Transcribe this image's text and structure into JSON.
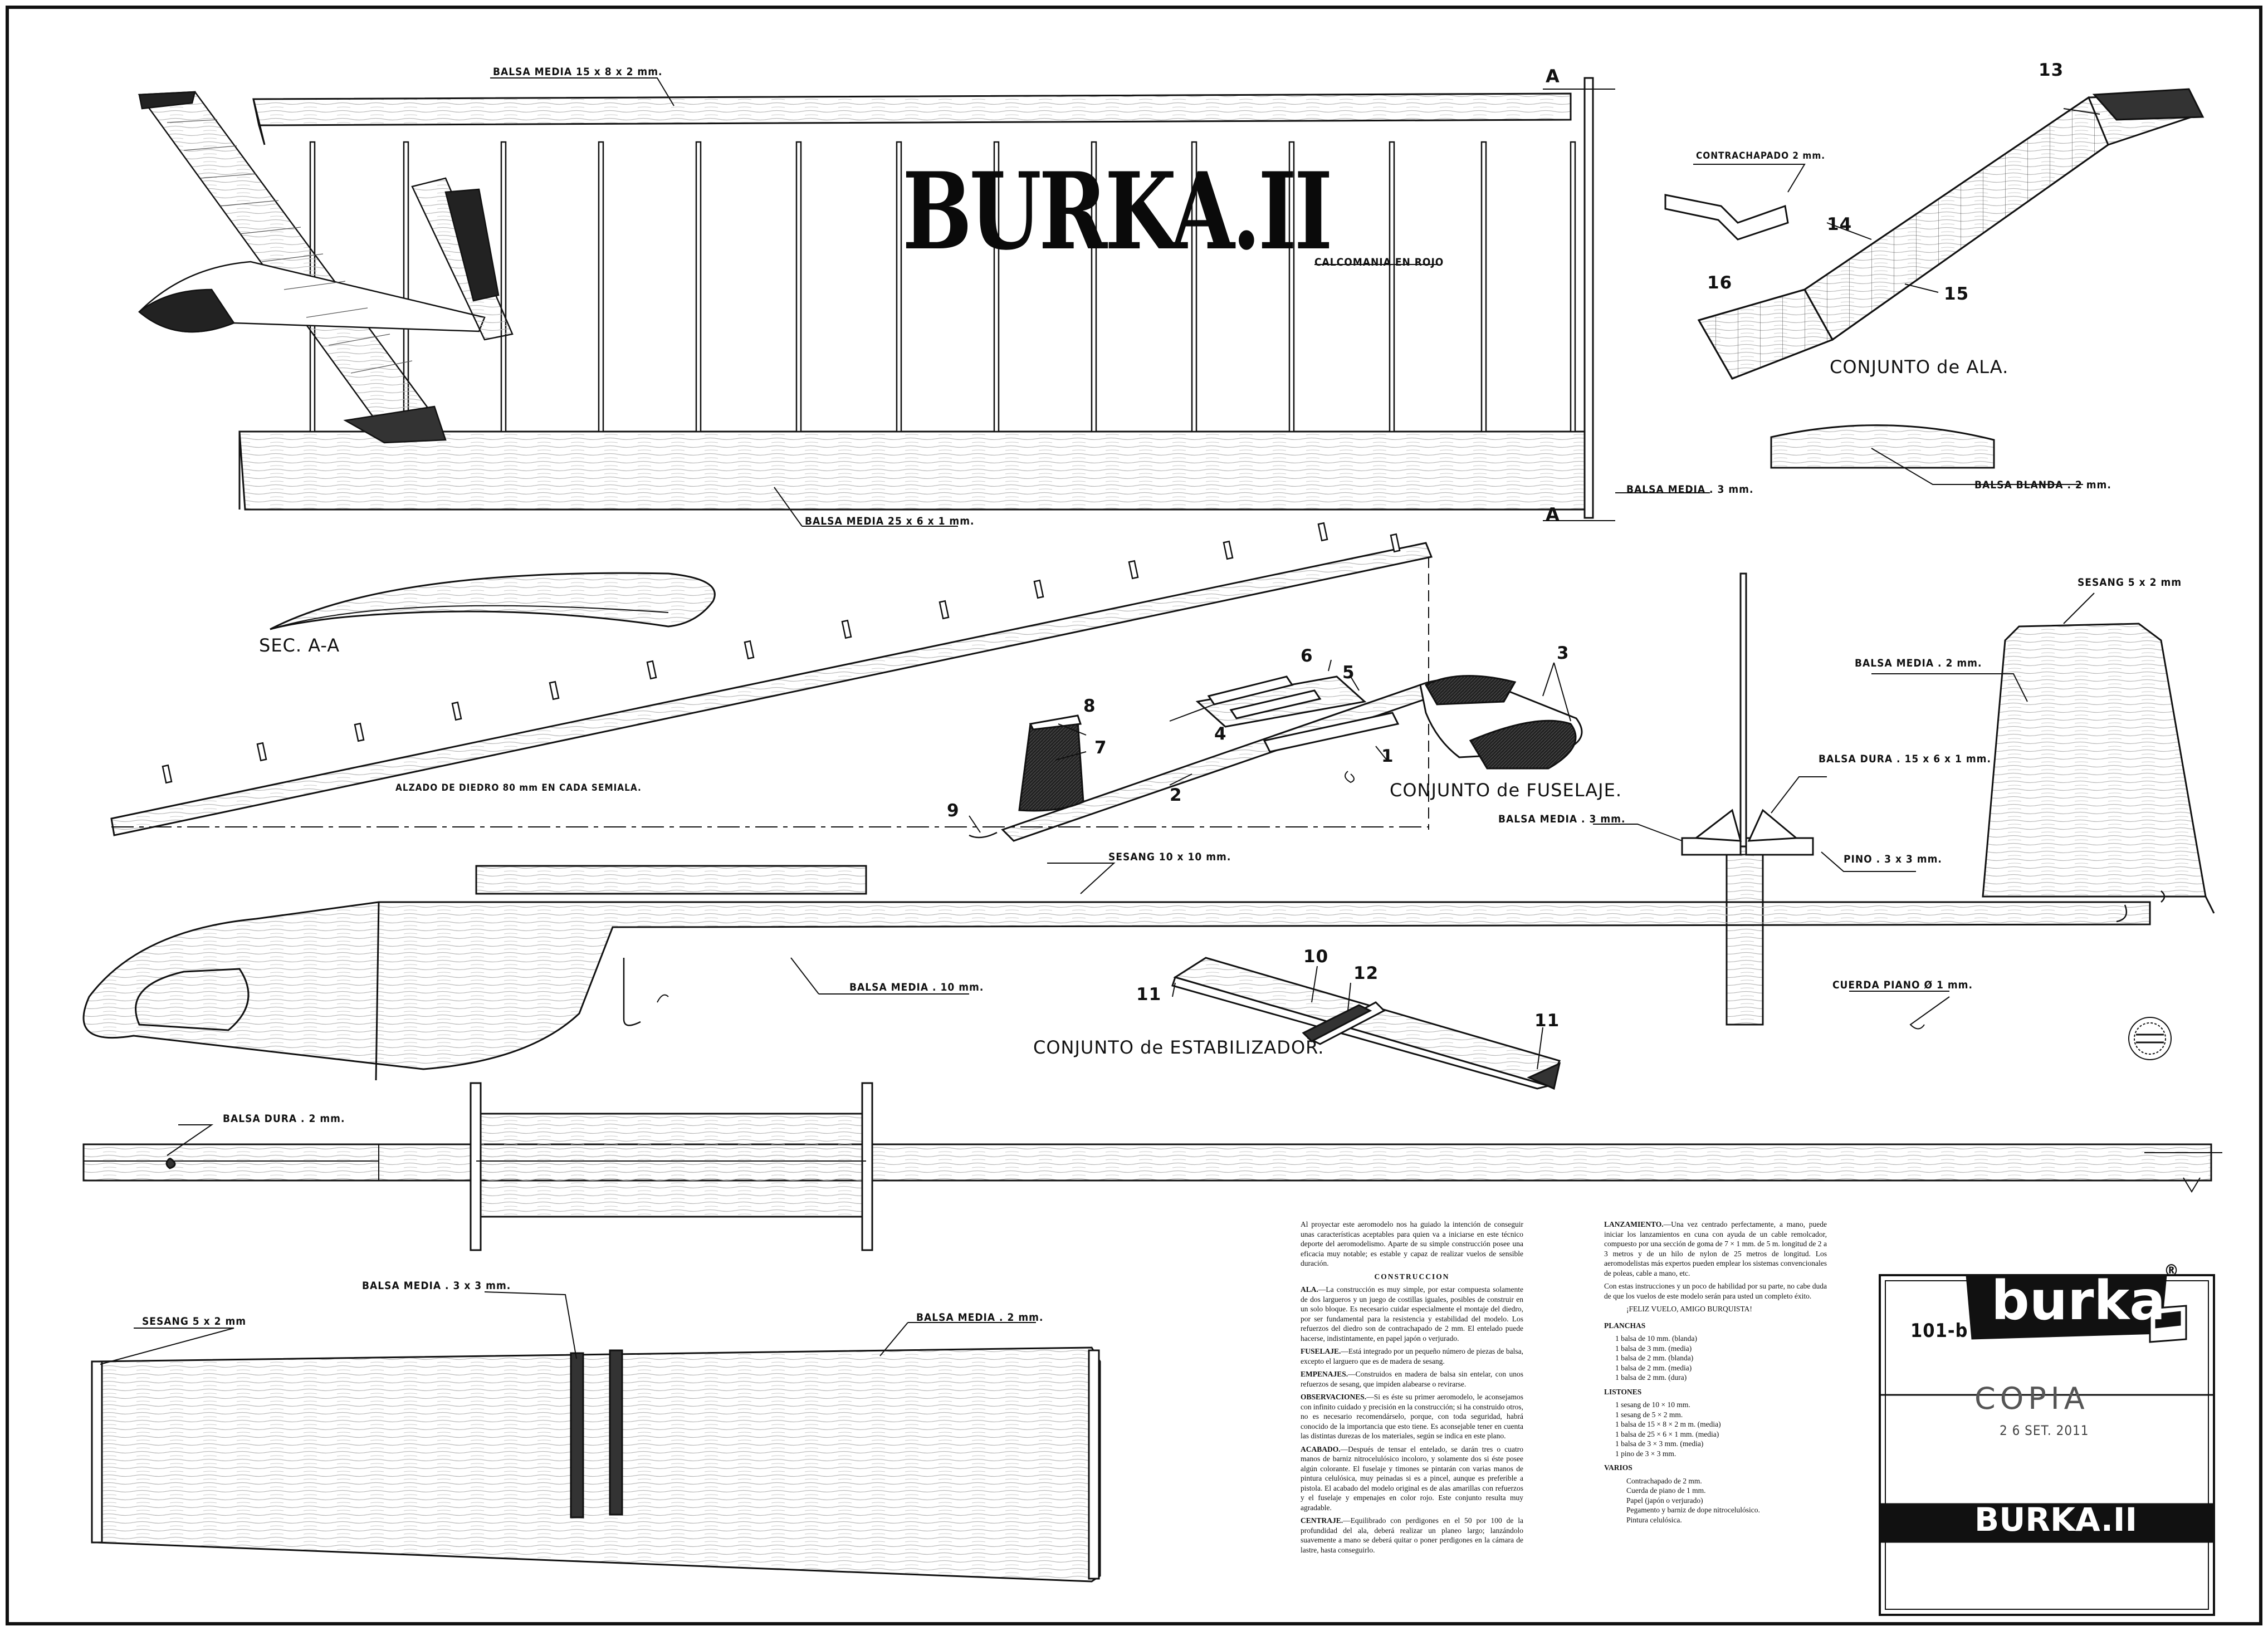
{
  "title": "BURKA.II",
  "labels": {
    "balsa_top_spar": "BALSA MEDIA  15 x 8 x 2 mm.",
    "calcomania": "CALCOMANIA EN ROJO",
    "balsa_bottom_spar": "BALSA MEDIA  25 x 6 x 1 mm.",
    "balsa_end": "BALSA MEDIA . 3 mm.",
    "section_a_top": "A",
    "section_a_bottom": "A",
    "contrachapado": "CONTRACHAPADO 2 mm.",
    "conjunto_ala": "CONJUNTO de ALA.",
    "balsa_blanda": "BALSA BLANDA . 2 mm.",
    "sec_aa": "SEC. A-A",
    "alzado": "ALZADO DE DIEDRO 80 mm EN CADA SEMIALA.",
    "conjunto_fuselaje": "CONJUNTO de FUSELAJE.",
    "sesang_5x2_top": "SESANG 5 x 2 mm",
    "balsa_media_2mm_fin": "BALSA MEDIA . 2 mm.",
    "balsa_dura_15": "BALSA DURA . 15 x 6 x 1 mm.",
    "balsa_media_3mm": "BALSA MEDIA . 3 mm.",
    "pino": "PINO . 3 x 3 mm.",
    "sesang_10": "SESANG 10 x 10 mm.",
    "balsa_media_10": "BALSA MEDIA . 10 mm.",
    "cuerda_piano": "CUERDA PIANO Ø 1 mm.",
    "conjunto_estabilizador": "CONJUNTO de ESTABILIZADOR.",
    "balsa_dura_2": "BALSA DURA . 2 mm.",
    "balsa_media_3x3": "BALSA MEDIA . 3 x 3 mm.",
    "sesang_5x2_bottom": "SESANG   5 x 2 mm",
    "balsa_media_2mm_stab": "BALSA MEDIA . 2 mm."
  },
  "part_numbers": {
    "n1": "1",
    "n2": "2",
    "n3": "3",
    "n4": "4",
    "n5": "5",
    "n6": "6",
    "n7": "7",
    "n8": "8",
    "n9": "9",
    "n10": "10",
    "n11a": "11",
    "n11b": "11",
    "n12": "12",
    "n13": "13",
    "n14": "14",
    "n15": "15",
    "n16": "16"
  },
  "titleblock": {
    "code": "101-b",
    "brand": "burka",
    "registered": "®",
    "copia": "COPIA",
    "date": "2 6 SET. 2011",
    "name": "BURKA.II"
  },
  "text_left": {
    "intro": "Al proyectar este aeromodelo nos ha guiado la intención de conseguir unas características aceptables para quien va a iniciarse en este técnico deporte del aeromodelismo. Aparte de su simple construcción posee una eficacia muy notable; es estable y capaz de realizar vuelos de sensible duración.",
    "heading": "CONSTRUCCION",
    "ala_title": "ALA.",
    "ala": "—La construcción es muy simple, por estar compuesta solamente de dos largueros y un juego de costillas iguales, posibles de construir en un solo bloque. Es necesario cuidar especialmente el montaje del diedro, por ser fundamental para la resistencia y estabilidad del modelo. Los refuerzos del diedro son de contrachapado de 2 mm. El entelado puede hacerse, indistintamente, en papel japón o verjurado.",
    "fuselaje_title": "FUSELAJE.",
    "fuselaje": "—Está integrado por un pequeño número de piezas de balsa, excepto el larguero que es de madera de sesang.",
    "empenajes_title": "EMPENAJES.",
    "empenajes": "—Construidos en madera de balsa sin entelar, con unos refuerzos de sesang, que impiden alabearse o revirarse.",
    "observaciones_title": "OBSERVACIONES.",
    "observaciones": "—Si es éste su primer aeromodelo, le aconsejamos con infinito cuidado y precisión en la construcción; si ha construido otros, no es necesario recomendárselo, porque, con toda seguridad, habrá conocido de la importancia que esto tiene. Es aconsejable tener en cuenta las distintas durezas de los materiales, según se indica en este plano.",
    "acabado_title": "ACABADO.",
    "acabado": "—Después de tensar el entelado, se darán tres o cuatro manos de barniz nitrocelulósico incoloro, y solamente dos si éste posee algún colorante. El fuselaje y timones se pintarán con varias manos de pintura celulósica, muy peinadas si es a pincel, aunque es preferible a pistola. El acabado del modelo original es de alas amarillas con refuerzos y el fuselaje y empenajes en color rojo. Este conjunto resulta muy agradable.",
    "centraje_title": "CENTRAJE.",
    "centraje": "—Equilibrado con perdigones en el 50 por 100 de la profundidad del ala, deberá realizar un planeo largo; lanzándolo suavemente a mano se deberá quitar o poner perdigones en la cámara de lastre, hasta conseguirlo."
  },
  "text_right": {
    "lanzamiento_title": "LANZAMIENTO.",
    "lanzamiento": "—Una vez centrado perfectamente, a mano, puede iniciar los lanzamientos en cuna con ayuda de un cable remolcador, compuesto por una sección de goma de 7 × 1 mm. de 5 m. longitud de 2 a 3 metros y de un hilo de nylon de 25 metros de longitud. Los aeromodelistas más expertos pueden emplear los sistemas convencionales de poleas, cable a mano, etc.",
    "cierre": "Con estas instrucciones y un poco de habilidad por su parte, no cabe duda de que los vuelos de este modelo serán para usted un completo éxito.",
    "saludo": "¡FELIZ VUELO, AMIGO BURQUISTA!",
    "planchas_title": "PLANCHAS",
    "planchas": [
      "1  balsa de 10 mm. (blanda)",
      "1  balsa de  3 mm. (media)",
      "1  balsa de  2 mm. (blanda)",
      "1  balsa de  2 mm. (media)",
      "1  balsa de  2 mm. (dura)"
    ],
    "listones_title": "LISTONES",
    "listones": [
      "1  sesang de 10 × 10 mm.",
      "1  sesang de  5 × 2 mm.",
      "1  balsa de 15 × 8 × 2 m m. (media)",
      "1  balsa de 25 × 6 × 1 mm. (media)",
      "1  balsa de  3 × 3 mm. (media)",
      "1  pino  de  3 × 3 mm."
    ],
    "varios_title": "VARIOS",
    "varios": [
      "Contrachapado de 2 mm.",
      "Cuerda de piano de 1 mm.",
      "Papel (japón o verjurado)",
      "Pegamento y barniz de dope nitrocelulósico.",
      "Pintura celulósica."
    ]
  }
}
